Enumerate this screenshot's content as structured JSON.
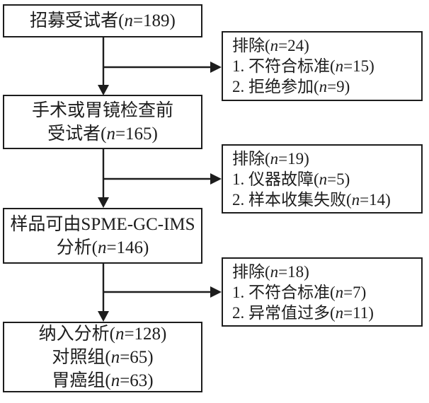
{
  "diagram": {
    "title": "subject-flow-diagram",
    "n_symbol": "n",
    "colors": {
      "border": "#1d1d1d",
      "text": "#1d1d1d",
      "background": "#ffffff"
    },
    "main_boxes": [
      {
        "id": "recruited",
        "lines": [
          {
            "prefix": "招募受试者(",
            "suffix": "=189)"
          }
        ]
      },
      {
        "id": "pre-exam-subjects",
        "lines": [
          {
            "text": "手术或胃镜检查前"
          },
          {
            "prefix": "受试者(",
            "suffix": "=165)"
          }
        ]
      },
      {
        "id": "spme-analyzable",
        "lines": [
          {
            "text": "样品可由SPME-GC-IMS"
          },
          {
            "prefix": "分析(",
            "suffix": "=146)"
          }
        ]
      },
      {
        "id": "included-analysis",
        "lines": [
          {
            "prefix": "纳入分析(",
            "suffix": "=128)"
          },
          {
            "prefix": "对照组(",
            "suffix": "=65)"
          },
          {
            "prefix": "胃癌组(",
            "suffix": "=63)"
          }
        ]
      }
    ],
    "exclusion_boxes": [
      {
        "id": "excluded-1",
        "lines": [
          {
            "prefix": "排除(",
            "suffix": "=24)"
          },
          {
            "prefix": "1. 不符合标准(",
            "suffix": "=15)"
          },
          {
            "prefix": "2. 拒绝参加(",
            "suffix": "=9)"
          }
        ]
      },
      {
        "id": "excluded-2",
        "lines": [
          {
            "prefix": "排除(",
            "suffix": "=19)"
          },
          {
            "prefix": "1. 仪器故障(",
            "suffix": "=5)"
          },
          {
            "prefix": "2. 样本收集失败(",
            "suffix": "=14)"
          }
        ]
      },
      {
        "id": "excluded-3",
        "lines": [
          {
            "prefix": "排除(",
            "suffix": "=18)"
          },
          {
            "prefix": "1. 不符合标准(",
            "suffix": "=7)"
          },
          {
            "prefix": "2. 异常值过多(",
            "suffix": "=11)"
          }
        ]
      }
    ]
  }
}
